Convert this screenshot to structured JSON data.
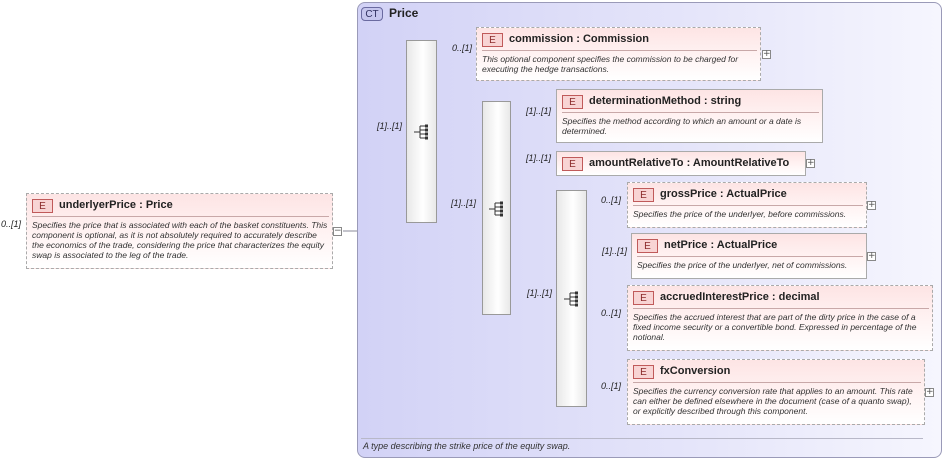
{
  "complex_type": {
    "badge": "CT",
    "name": "Price",
    "description": "A type describing the strike price of the equity swap."
  },
  "root": {
    "badge": "E",
    "name": "underlyerPrice : Price",
    "cardinality": "0..[1]",
    "description": "Specifies the price that is associated with each of the basket constituents. This component is optional, as it is not absolutely required to accurately describe the economics of the trade, considering the price that characterizes the equity swap is associated to the leg of the trade.",
    "collapse_symbol": "−"
  },
  "sequences": [
    {
      "cardinality": "[1]..[1]"
    },
    {
      "cardinality": "[1]..[1]"
    },
    {
      "cardinality": "[1]..[1]"
    }
  ],
  "elements": [
    {
      "badge": "E",
      "name": "commission : Commission",
      "cardinality": "0..[1]",
      "description": "This optional component specifies the commission to be charged for executing the hedge transactions.",
      "expand_symbol": "+"
    },
    {
      "badge": "E",
      "name": "determinationMethod : string",
      "cardinality": "[1]..[1]",
      "description": "Specifies the method according to which an amount or a date is determined.",
      "expand_symbol": ""
    },
    {
      "badge": "E",
      "name": "amountRelativeTo : AmountRelativeTo",
      "cardinality": "[1]..[1]",
      "description": "",
      "expand_symbol": "+"
    },
    {
      "badge": "E",
      "name": "grossPrice : ActualPrice",
      "cardinality": "0..[1]",
      "description": "Specifies the price of the underlyer, before commissions.",
      "expand_symbol": "+"
    },
    {
      "badge": "E",
      "name": "netPrice : ActualPrice",
      "cardinality": "[1]..[1]",
      "description": "Specifies the price of the underlyer, net of commissions.",
      "expand_symbol": "+"
    },
    {
      "badge": "E",
      "name": "accruedInterestPrice : decimal",
      "cardinality": "0..[1]",
      "description": "Specifies the accrued interest that are part of the dirty price in the case of a fixed income security or a convertible bond. Expressed in percentage of the notional.",
      "expand_symbol": ""
    },
    {
      "badge": "E",
      "name": "fxConversion",
      "cardinality": "0..[1]",
      "description": "Specifies the currency conversion rate that applies to an amount. This rate can either be defined elsewhere in the document (case of a quanto swap), or explicitly described through this component.",
      "expand_symbol": "+"
    }
  ]
}
